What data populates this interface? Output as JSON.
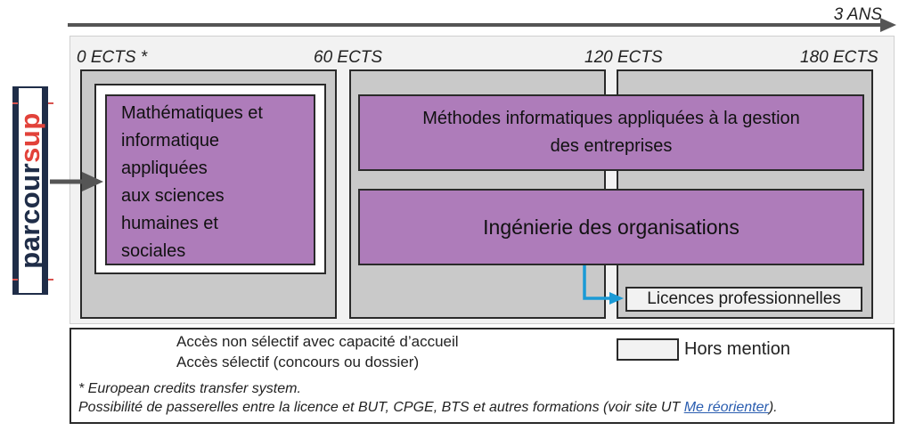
{
  "timeline": {
    "duration": "3 ANS"
  },
  "ects_labels": [
    "0 ECTS *",
    "60 ECTS",
    "120 ECTS",
    "180 ECTS"
  ],
  "logo": {
    "part1": "parcour",
    "part2": "sup"
  },
  "year1": {
    "title_lines": [
      "Mathématiques et",
      "informatique",
      "appliquées",
      "aux sciences",
      "humaines et",
      "sociales"
    ]
  },
  "years23": {
    "methodes_lines": [
      "Méthodes informatiques appliquées à la gestion",
      "des entreprises"
    ],
    "ingenierie": "Ingénierie des organisations",
    "licences_pro": "Licences professionnelles"
  },
  "legend": {
    "non_selective": "Accès non sélectif avec capacité d’accueil",
    "selective": "Accès sélectif (concours ou dossier)",
    "hors_mention": "Hors mention",
    "note1": "* European credits transfer system.",
    "note2_prefix": "Possibilité de passerelles entre la licence et BUT, CPGE, BTS et autres formations (voir site UT ",
    "note2_link": "Me réorienter",
    "note2_suffix": ")."
  },
  "colors": {
    "non_selective_arrow": "#555555",
    "selective_arrow": "#1a9ad6",
    "mention_block": "#ae7cba",
    "year_block": "#c9c9c9",
    "hors_mention": "#f2f2f2",
    "logo_dark": "#1f2d48",
    "logo_red": "#e2423a"
  }
}
